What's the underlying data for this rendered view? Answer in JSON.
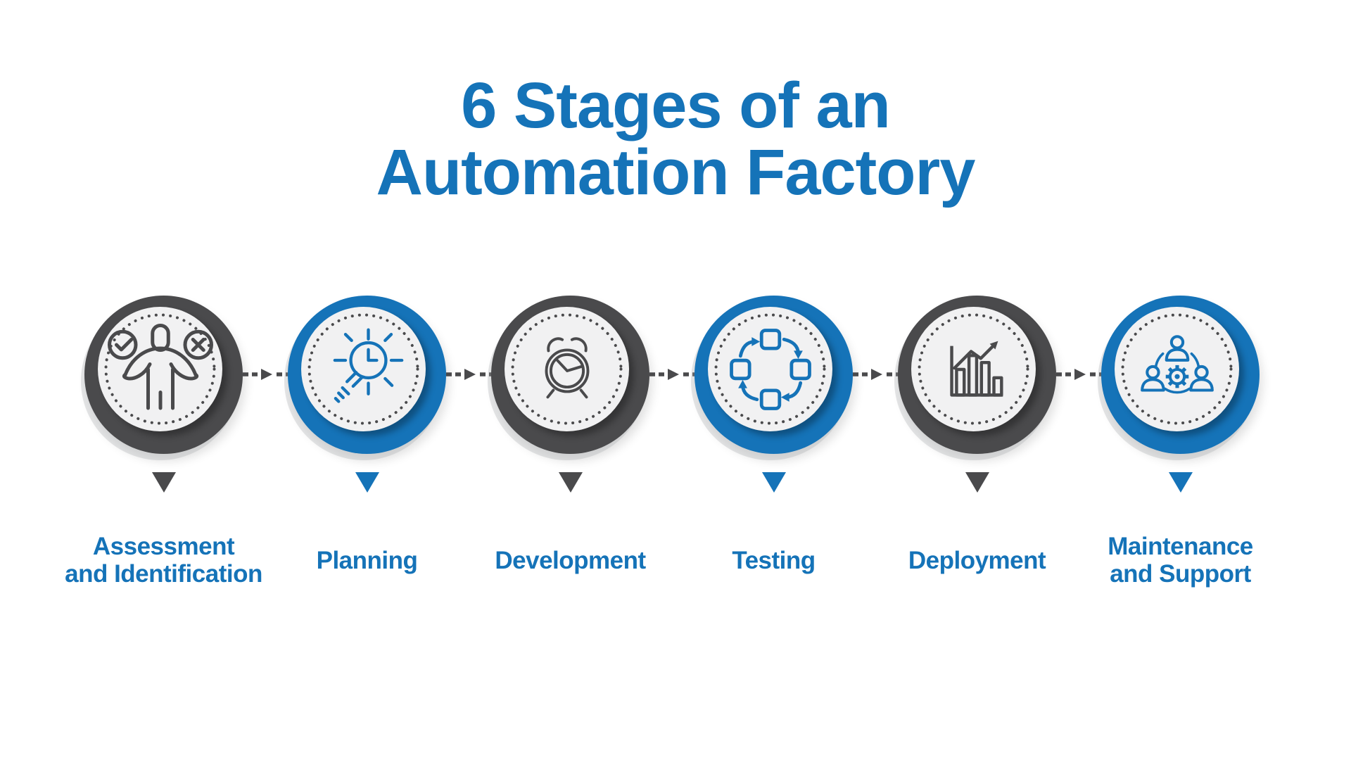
{
  "title": {
    "line1": "6 Stages of an",
    "line2": "Automation Factory"
  },
  "colors": {
    "accent_blue": "#1573b8",
    "accent_dark_gray": "#4a4a4c",
    "circle_fill": "#f1f1f2",
    "background": "#ffffff"
  },
  "stages": [
    {
      "label_line1": "Assessment",
      "label_line2": "and Identification",
      "accent": "gray",
      "icon": "person-check-x-icon"
    },
    {
      "label_line1": "Planning",
      "label_line2": "",
      "accent": "blue",
      "icon": "lightbulb-clock-icon"
    },
    {
      "label_line1": "Development",
      "label_line2": "",
      "accent": "gray",
      "icon": "alarm-clock-icon"
    },
    {
      "label_line1": "Testing",
      "label_line2": "",
      "accent": "blue",
      "icon": "process-cycle-icon"
    },
    {
      "label_line1": "Deployment",
      "label_line2": "",
      "accent": "gray",
      "icon": "bar-chart-growth-icon"
    },
    {
      "label_line1": "Maintenance",
      "label_line2": "and Support",
      "accent": "blue",
      "icon": "team-gear-icon"
    }
  ]
}
